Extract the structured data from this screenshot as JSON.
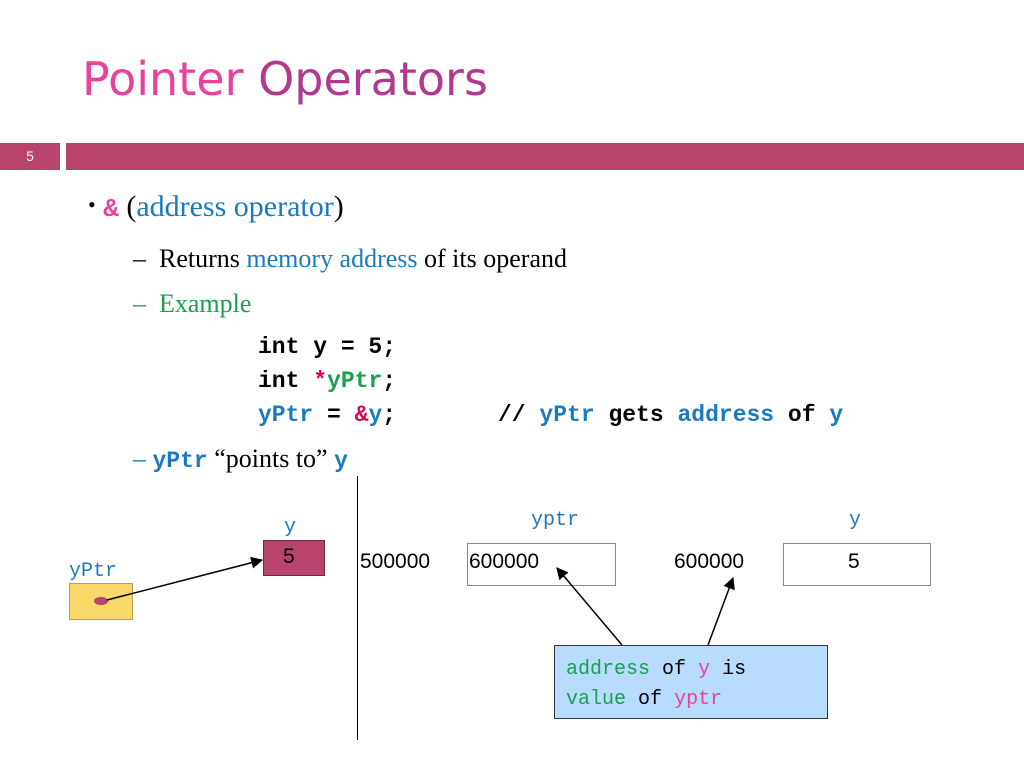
{
  "title": {
    "word1": "Pointer",
    "word2": "Operators"
  },
  "slide_number": "5",
  "bullet": {
    "marker": "•",
    "operator": "&",
    "open_paren": "(",
    "name": "address operator",
    "close_paren": ")"
  },
  "sub1": {
    "dash": "–",
    "text_before": "Returns ",
    "highlight": "memory address",
    "text_after": " of its operand"
  },
  "sub2": {
    "dash": "–",
    "text": "Example"
  },
  "code": {
    "line1": "int y = 5;",
    "line2_a": "int ",
    "line2_star": "*",
    "line2_var": "yPtr",
    "line2_end": ";",
    "line3_var": "yPtr",
    "line3_eq": " = ",
    "line3_amp": "&",
    "line3_y": "y",
    "line3_end": ";",
    "comment_slashes": "//",
    "comment_var": "yPtr",
    "comment_gets": "gets",
    "comment_address": "address",
    "comment_of": "of",
    "comment_y": "y"
  },
  "sub3": {
    "dash": "–",
    "var": "yPtr",
    "text": " “points to” ",
    "target": "y"
  },
  "diagram_left": {
    "label_y": "y",
    "value_y": "5",
    "label_yptr": "yPtr"
  },
  "diagram_right": {
    "label_yptr": "yptr",
    "addr1": "500000",
    "value1": "600000",
    "label_y": "y",
    "addr2": "600000",
    "value2": "5"
  },
  "note": {
    "w1": "address",
    "w2": "of",
    "w3": "y",
    "w4": "is",
    "w5": "value",
    "w6": "of",
    "w7": "yptr"
  },
  "colors": {
    "accent_bar": "#b8436c",
    "title_pink": "#e8439a",
    "title_purple": "#b13a8e",
    "box_yellow": "#f9d86a",
    "box_red": "#b8436c",
    "note_bg": "#b8dcff"
  }
}
